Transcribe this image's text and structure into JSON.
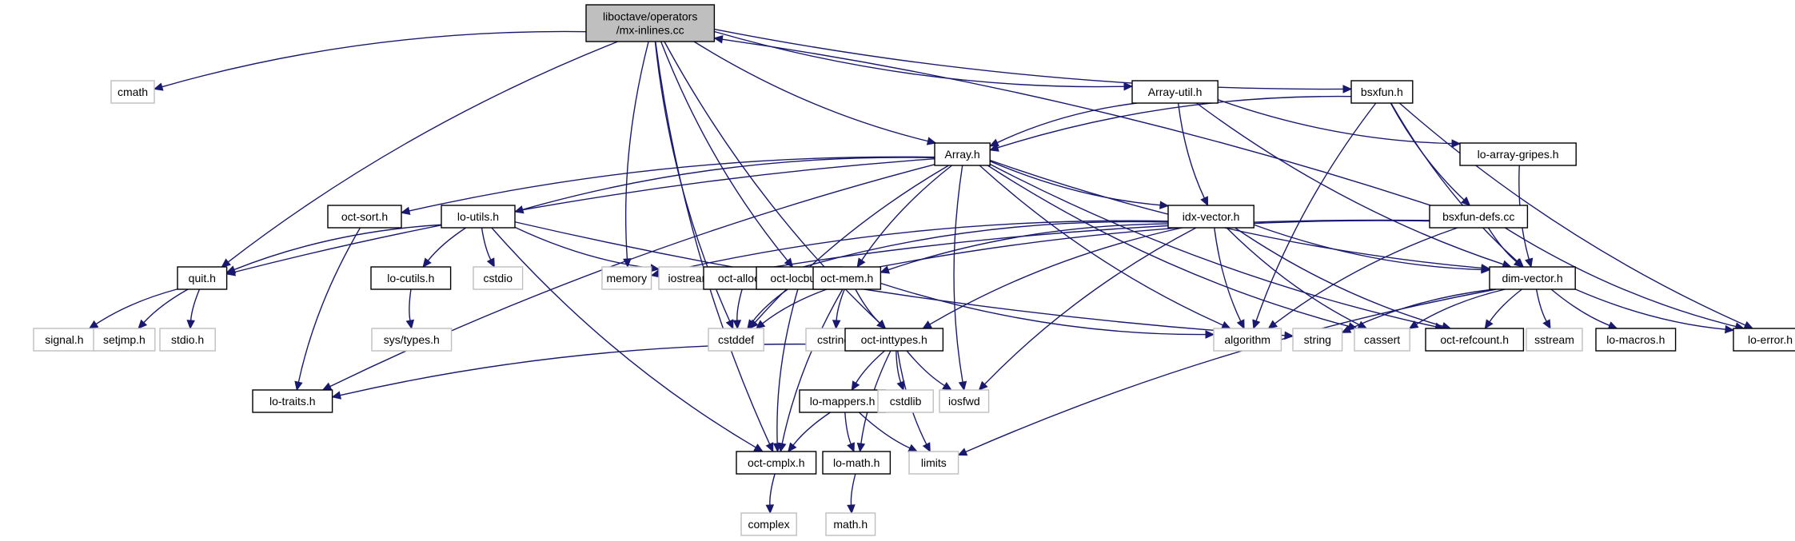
{
  "graph": {
    "title": "Include dependency graph for mx-inlines.cc",
    "root": "mx-inlines",
    "colors": {
      "edge": "#191970",
      "root_fill": "#bfbfbf",
      "local_border": "#000000",
      "system_border": "#bfbfbf"
    },
    "nodes": [
      {
        "id": "mx-inlines",
        "lines": [
          "liboctave/operators",
          "/mx-inlines.cc"
        ],
        "kind": "root"
      },
      {
        "id": "cmath",
        "lines": [
          "cmath"
        ],
        "kind": "system"
      },
      {
        "id": "Array-util",
        "lines": [
          "Array-util.h"
        ],
        "kind": "local"
      },
      {
        "id": "bsxfun",
        "lines": [
          "bsxfun.h"
        ],
        "kind": "local"
      },
      {
        "id": "Array",
        "lines": [
          "Array.h"
        ],
        "kind": "local"
      },
      {
        "id": "lo-array-gripes",
        "lines": [
          "lo-array-gripes.h"
        ],
        "kind": "local"
      },
      {
        "id": "bsxfun-defs",
        "lines": [
          "bsxfun-defs.cc"
        ],
        "kind": "local"
      },
      {
        "id": "oct-sort",
        "lines": [
          "oct-sort.h"
        ],
        "kind": "local"
      },
      {
        "id": "lo-utils",
        "lines": [
          "lo-utils.h"
        ],
        "kind": "local"
      },
      {
        "id": "idx-vector",
        "lines": [
          "idx-vector.h"
        ],
        "kind": "local"
      },
      {
        "id": "quit",
        "lines": [
          "quit.h"
        ],
        "kind": "local"
      },
      {
        "id": "lo-cutils",
        "lines": [
          "lo-cutils.h"
        ],
        "kind": "local"
      },
      {
        "id": "cstdio",
        "lines": [
          "cstdio"
        ],
        "kind": "system"
      },
      {
        "id": "memory",
        "lines": [
          "memory"
        ],
        "kind": "system"
      },
      {
        "id": "iostream",
        "lines": [
          "iostream"
        ],
        "kind": "system"
      },
      {
        "id": "oct-alloc",
        "lines": [
          "oct-alloc.h"
        ],
        "kind": "local"
      },
      {
        "id": "oct-locbuf",
        "lines": [
          "oct-locbuf.h"
        ],
        "kind": "local"
      },
      {
        "id": "oct-mem",
        "lines": [
          "oct-mem.h"
        ],
        "kind": "local"
      },
      {
        "id": "dim-vector",
        "lines": [
          "dim-vector.h"
        ],
        "kind": "local"
      },
      {
        "id": "signal",
        "lines": [
          "signal.h"
        ],
        "kind": "system"
      },
      {
        "id": "setjmp",
        "lines": [
          "setjmp.h"
        ],
        "kind": "system"
      },
      {
        "id": "stdio",
        "lines": [
          "stdio.h"
        ],
        "kind": "system"
      },
      {
        "id": "sys-types",
        "lines": [
          "sys/types.h"
        ],
        "kind": "system"
      },
      {
        "id": "cstddef",
        "lines": [
          "cstddef"
        ],
        "kind": "system"
      },
      {
        "id": "cstring",
        "lines": [
          "cstring"
        ],
        "kind": "system"
      },
      {
        "id": "oct-inttypes",
        "lines": [
          "oct-inttypes.h"
        ],
        "kind": "local"
      },
      {
        "id": "algorithm",
        "lines": [
          "algorithm"
        ],
        "kind": "system"
      },
      {
        "id": "string",
        "lines": [
          "string"
        ],
        "kind": "system"
      },
      {
        "id": "cassert",
        "lines": [
          "cassert"
        ],
        "kind": "system"
      },
      {
        "id": "oct-refcount",
        "lines": [
          "oct-refcount.h"
        ],
        "kind": "local"
      },
      {
        "id": "sstream",
        "lines": [
          "sstream"
        ],
        "kind": "system"
      },
      {
        "id": "lo-macros",
        "lines": [
          "lo-macros.h"
        ],
        "kind": "local"
      },
      {
        "id": "lo-error",
        "lines": [
          "lo-error.h"
        ],
        "kind": "local"
      },
      {
        "id": "lo-traits",
        "lines": [
          "lo-traits.h"
        ],
        "kind": "local"
      },
      {
        "id": "lo-mappers",
        "lines": [
          "lo-mappers.h"
        ],
        "kind": "local"
      },
      {
        "id": "cstdlib",
        "lines": [
          "cstdlib"
        ],
        "kind": "system"
      },
      {
        "id": "iosfwd",
        "lines": [
          "iosfwd"
        ],
        "kind": "system"
      },
      {
        "id": "oct-cmplx",
        "lines": [
          "oct-cmplx.h"
        ],
        "kind": "local"
      },
      {
        "id": "lo-math",
        "lines": [
          "lo-math.h"
        ],
        "kind": "local"
      },
      {
        "id": "limits",
        "lines": [
          "limits"
        ],
        "kind": "system"
      },
      {
        "id": "complex",
        "lines": [
          "complex"
        ],
        "kind": "system"
      },
      {
        "id": "math",
        "lines": [
          "math.h"
        ],
        "kind": "system"
      }
    ],
    "edges": [
      [
        "mx-inlines",
        "cmath"
      ],
      [
        "mx-inlines",
        "quit"
      ],
      [
        "mx-inlines",
        "oct-cmplx"
      ],
      [
        "mx-inlines",
        "cstddef"
      ],
      [
        "mx-inlines",
        "memory"
      ],
      [
        "mx-inlines",
        "oct-locbuf"
      ],
      [
        "mx-inlines",
        "oct-inttypes"
      ],
      [
        "mx-inlines",
        "Array"
      ],
      [
        "mx-inlines",
        "Array-util"
      ],
      [
        "mx-inlines",
        "bsxfun"
      ],
      [
        "Array-util",
        "Array"
      ],
      [
        "Array-util",
        "idx-vector"
      ],
      [
        "Array-util",
        "lo-array-gripes"
      ],
      [
        "Array-util",
        "dim-vector"
      ],
      [
        "bsxfun",
        "Array"
      ],
      [
        "bsxfun",
        "bsxfun-defs"
      ],
      [
        "bsxfun",
        "dim-vector"
      ],
      [
        "bsxfun",
        "lo-error"
      ],
      [
        "bsxfun",
        "algorithm"
      ],
      [
        "bsxfun-defs",
        "mx-inlines"
      ],
      [
        "bsxfun-defs",
        "dim-vector"
      ],
      [
        "bsxfun-defs",
        "lo-error"
      ],
      [
        "bsxfun-defs",
        "oct-locbuf"
      ],
      [
        "bsxfun-defs",
        "iostream"
      ],
      [
        "bsxfun-defs",
        "algorithm"
      ],
      [
        "Array",
        "quit"
      ],
      [
        "Array",
        "oct-sort"
      ],
      [
        "Array",
        "lo-utils"
      ],
      [
        "Array",
        "lo-traits"
      ],
      [
        "Array",
        "cstddef"
      ],
      [
        "Array",
        "idx-vector"
      ],
      [
        "Array",
        "oct-mem"
      ],
      [
        "Array",
        "dim-vector"
      ],
      [
        "Array",
        "algorithm"
      ],
      [
        "Array",
        "cassert"
      ],
      [
        "Array",
        "oct-refcount"
      ],
      [
        "Array",
        "iosfwd"
      ],
      [
        "lo-array-gripes",
        "dim-vector"
      ],
      [
        "oct-sort",
        "lo-traits"
      ],
      [
        "lo-utils",
        "quit"
      ],
      [
        "lo-utils",
        "lo-cutils"
      ],
      [
        "lo-utils",
        "cstdio"
      ],
      [
        "lo-utils",
        "iostream"
      ],
      [
        "lo-utils",
        "string"
      ],
      [
        "lo-utils",
        "oct-cmplx"
      ],
      [
        "idx-vector",
        "memory"
      ],
      [
        "idx-vector",
        "oct-alloc"
      ],
      [
        "idx-vector",
        "oct-mem"
      ],
      [
        "idx-vector",
        "oct-inttypes"
      ],
      [
        "idx-vector",
        "iosfwd"
      ],
      [
        "idx-vector",
        "algorithm"
      ],
      [
        "idx-vector",
        "cassert"
      ],
      [
        "idx-vector",
        "oct-refcount"
      ],
      [
        "idx-vector",
        "dim-vector"
      ],
      [
        "quit",
        "signal"
      ],
      [
        "quit",
        "setjmp"
      ],
      [
        "quit",
        "stdio"
      ],
      [
        "lo-cutils",
        "sys-types"
      ],
      [
        "oct-alloc",
        "cstddef"
      ],
      [
        "oct-locbuf",
        "cstddef"
      ],
      [
        "oct-locbuf",
        "oct-cmplx"
      ],
      [
        "oct-mem",
        "cstddef"
      ],
      [
        "oct-mem",
        "cstring"
      ],
      [
        "oct-mem",
        "oct-inttypes"
      ],
      [
        "oct-mem",
        "algorithm"
      ],
      [
        "oct-mem",
        "oct-cmplx"
      ],
      [
        "dim-vector",
        "string"
      ],
      [
        "dim-vector",
        "cassert"
      ],
      [
        "dim-vector",
        "oct-refcount"
      ],
      [
        "dim-vector",
        "sstream"
      ],
      [
        "dim-vector",
        "lo-macros"
      ],
      [
        "dim-vector",
        "lo-error"
      ],
      [
        "dim-vector",
        "limits"
      ],
      [
        "oct-inttypes",
        "lo-traits"
      ],
      [
        "oct-inttypes",
        "lo-mappers"
      ],
      [
        "oct-inttypes",
        "cstdlib"
      ],
      [
        "oct-inttypes",
        "iosfwd"
      ],
      [
        "oct-inttypes",
        "lo-math"
      ],
      [
        "oct-inttypes",
        "limits"
      ],
      [
        "lo-mappers",
        "oct-cmplx"
      ],
      [
        "lo-mappers",
        "lo-math"
      ],
      [
        "lo-mappers",
        "limits"
      ],
      [
        "oct-cmplx",
        "complex"
      ],
      [
        "lo-math",
        "math"
      ]
    ]
  }
}
